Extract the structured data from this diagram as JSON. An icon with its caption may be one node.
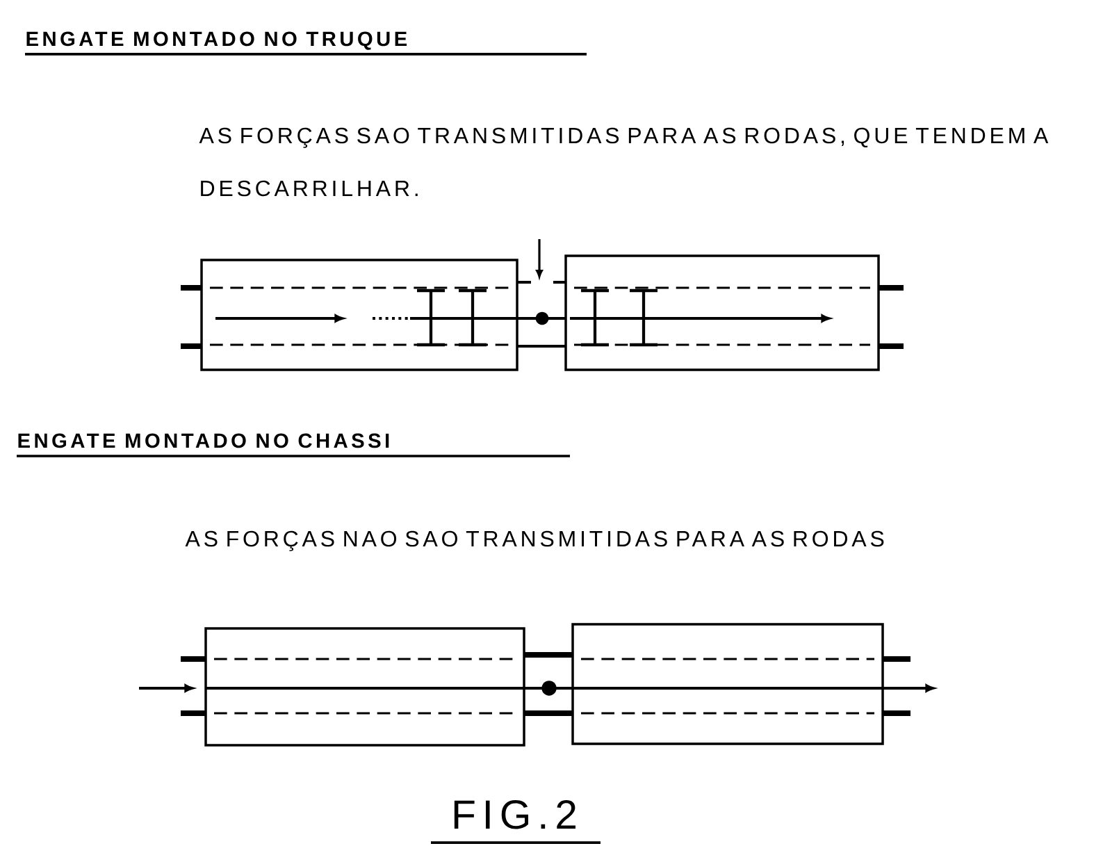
{
  "diagram": {
    "caption": "FIG.2",
    "labels": [
      "ENGATE MONTADO NO TRUQUE",
      "AS FORÇAS SAO TRANSMITIDAS PARA AS RODAS, QUE TENDEM A DESCARRILHAR.",
      "ENGATE MONTADO NO CHASSI",
      "AS FORÇAS NAO SAO TRANSMITIDAS PARA AS RODAS"
    ]
  }
}
